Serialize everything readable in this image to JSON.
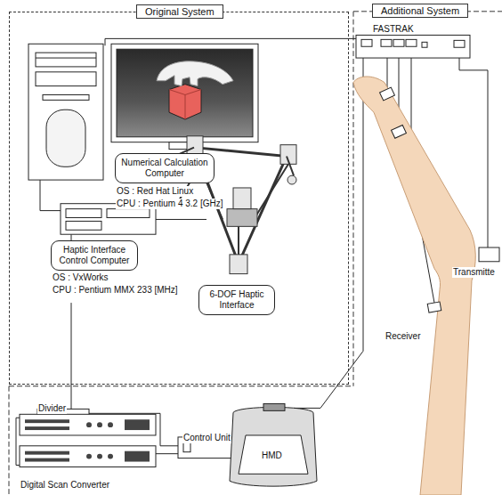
{
  "diagram": {
    "nodes": [
      {
        "text": [
          "Original System"
        ]
      },
      {
        "text": [
          "Additional System"
        ]
      },
      {
        "text": [
          "Numerical Calculation Computer"
        ],
        "in": 0
      },
      {
        "text": [
          "Haptic Interface Control Computer"
        ],
        "in": 0
      },
      {
        "text": [
          "6-DOF Haptic Interface"
        ],
        "in": 0
      }
    ],
    "labels": [
      "FASTRAK",
      "OS : Red Hat Linux",
      "CPU : Pentium 4 3.2 [GHz]",
      "OS : VxWorks",
      "CPU : Pentium MMX 233 [MHz]",
      "Receiver",
      "Transmitte",
      "Divider",
      "Control Unit",
      "HMD",
      "Digital Scan Converter"
    ]
  }
}
